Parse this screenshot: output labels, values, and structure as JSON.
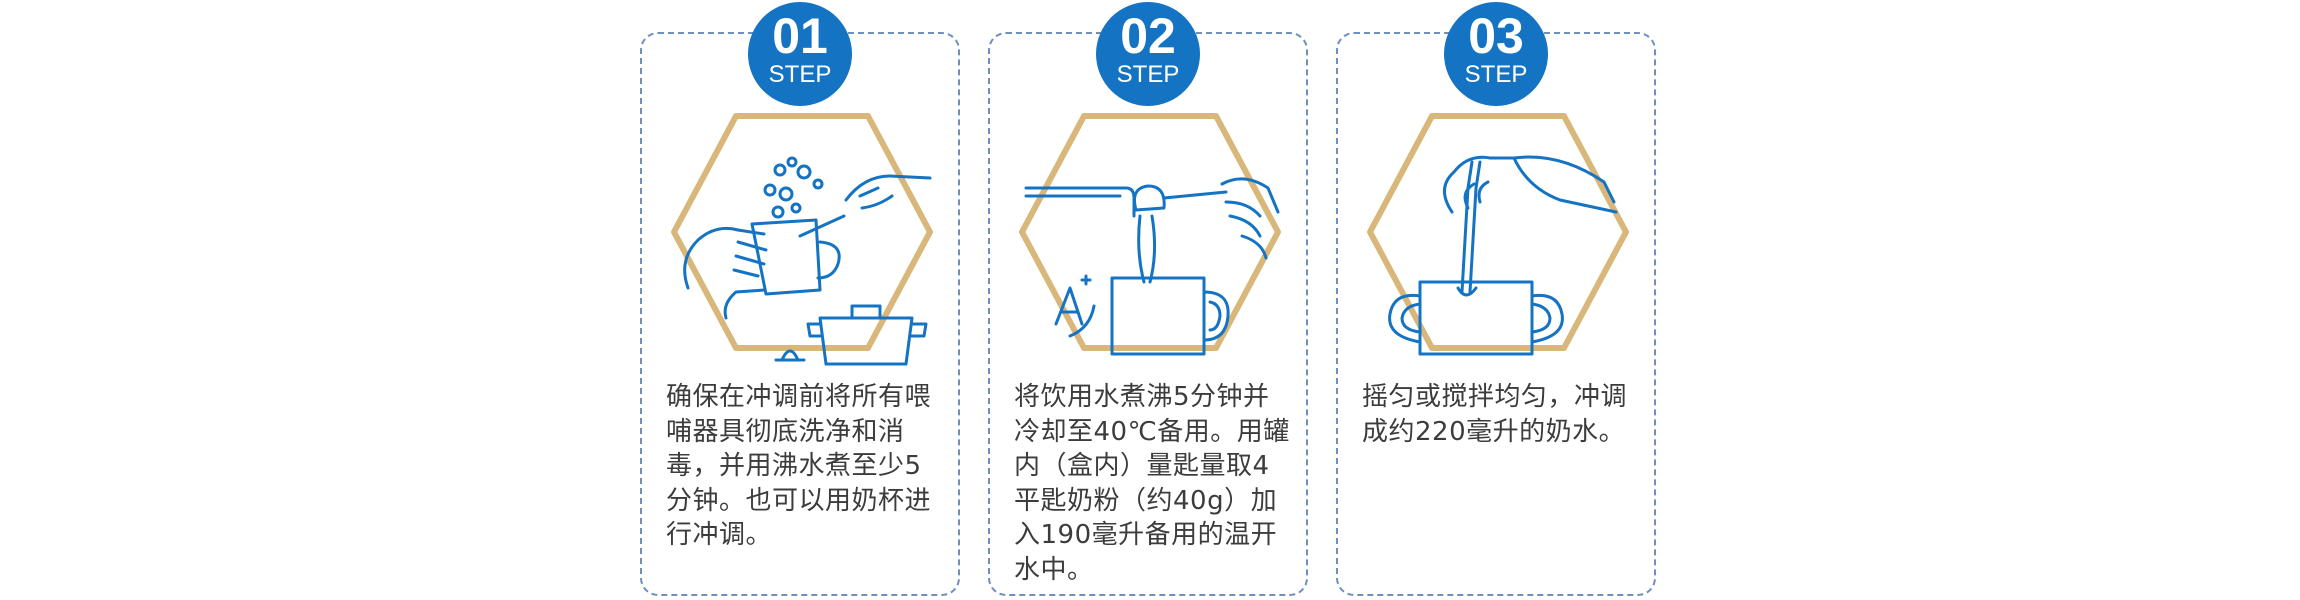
{
  "colors": {
    "accent_blue": "#1573c3",
    "hexagon_gold": "#d9b77a",
    "dashed_border": "#6f8fbf",
    "text": "#3c3c3c"
  },
  "steps": [
    {
      "number": "01",
      "step_label": "STEP",
      "icon": "wash-and-boil-bottle-icon",
      "text": "确保在冲调前将所有喂哺器具彻底洗净和消毒，并用沸水煮至少5分钟。也可以用奶杯进行冲调。"
    },
    {
      "number": "02",
      "step_label": "STEP",
      "icon": "measure-powder-icon",
      "text": "将饮用水煮沸5分钟并冷却至40℃备用。用罐内（盒内）量匙量取4平匙奶粉（约40g）加入190毫升备用的温开水中。"
    },
    {
      "number": "03",
      "step_label": "STEP",
      "icon": "stir-cup-icon",
      "text": "摇匀或搅拌均匀，冲调成约220毫升的奶水。"
    }
  ]
}
